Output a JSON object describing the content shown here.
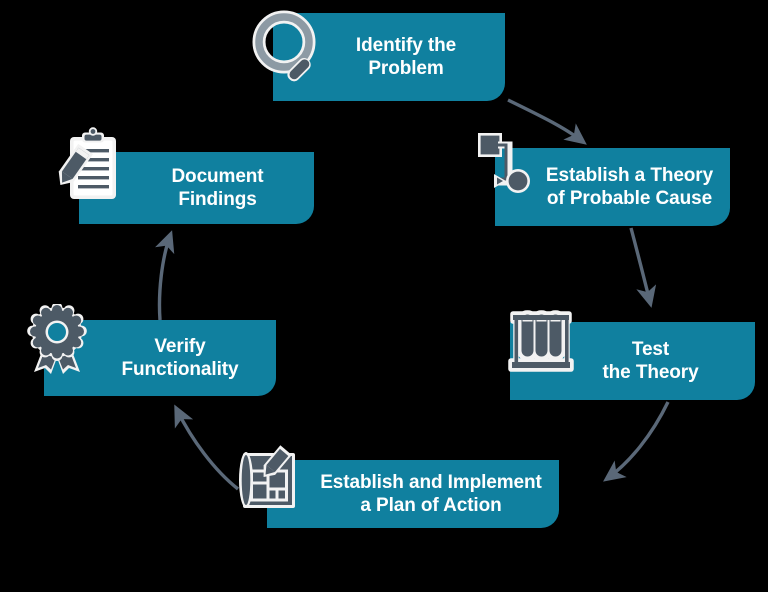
{
  "diagram": {
    "type": "cycle",
    "background_color": "#000000",
    "box_color": "#10809f",
    "text_color": "#ffffff",
    "arrow_color": "#5a6878",
    "icon_color": "#4d5a66",
    "icon_outline_color": "#f2f2f2",
    "direction": "clockwise",
    "steps": [
      {
        "id": "identify",
        "order": 1,
        "label": "Identify the\nProblem",
        "icon": "magnifying-glass-icon"
      },
      {
        "id": "theory",
        "order": 2,
        "label": "Establish a Theory\nof Probable Cause",
        "icon": "flowchart-node-icon"
      },
      {
        "id": "test",
        "order": 3,
        "label": "Test\nthe Theory",
        "icon": "test-tube-rack-icon"
      },
      {
        "id": "plan",
        "order": 4,
        "label": "Establish and Implement\na Plan of Action",
        "icon": "blueprint-pencil-icon"
      },
      {
        "id": "verify",
        "order": 5,
        "label": "Verify\nFunctionality",
        "icon": "award-ribbon-icon"
      },
      {
        "id": "document",
        "order": 6,
        "label": "Document\nFindings",
        "icon": "clipboard-pen-icon"
      }
    ],
    "connectors": [
      {
        "id": "identify-to-theory",
        "from": "identify",
        "to": "theory"
      },
      {
        "id": "theory-to-test",
        "from": "theory",
        "to": "test"
      },
      {
        "id": "test-to-plan",
        "from": "test",
        "to": "plan"
      },
      {
        "id": "plan-to-verify",
        "from": "plan",
        "to": "verify"
      },
      {
        "id": "verify-to-document",
        "from": "verify",
        "to": "document"
      }
    ]
  }
}
